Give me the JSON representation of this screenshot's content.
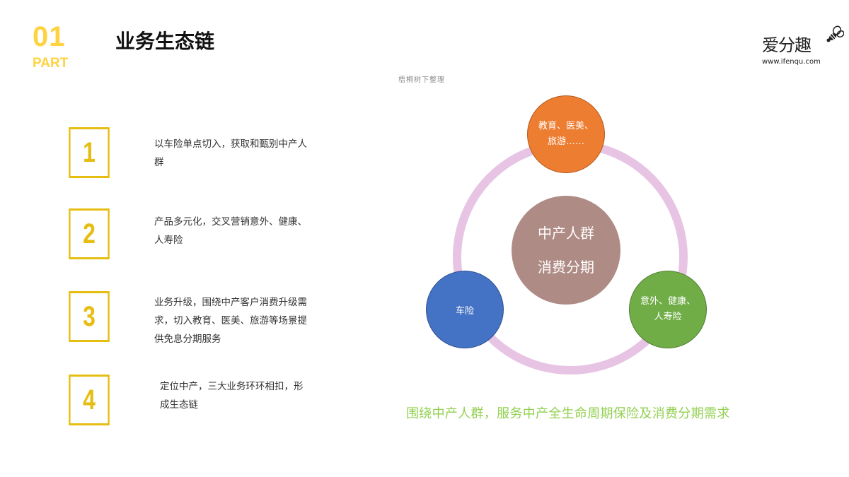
{
  "header": {
    "part_number": "01",
    "part_label": "PART",
    "title": "业务生态链"
  },
  "logo": {
    "name": "爱分趣",
    "url": "www.ifenqu.com",
    "icon": "bee-icon"
  },
  "source_note": "梧桐树下整理",
  "steps": [
    {
      "number": "1",
      "text": "以车险单点切入，获取和甄别中产人群"
    },
    {
      "number": "2",
      "text": "产品多元化，交叉营销意外、健康、人寿险"
    },
    {
      "number": "3",
      "text": "业务升级，围绕中产客户消费升级需求，切入教育、医美、旅游等场景提供免息分期服务"
    },
    {
      "number": "4",
      "text": "定位中产，三大业务环环相扣，形成生态链"
    }
  ],
  "diagram": {
    "center": {
      "line1": "中产人群",
      "line2": "消费分期",
      "color": "#AF8B85"
    },
    "nodes": [
      {
        "position": "top",
        "label": "教育、医美、旅游……",
        "color": "#ED7D31"
      },
      {
        "position": "bottom-left",
        "label": "车险",
        "color": "#4472C4"
      },
      {
        "position": "bottom-right",
        "label": "意外、健康、人寿险",
        "color": "#70AD47"
      }
    ],
    "ring_color": "#E8C4E4"
  },
  "tagline": "围绕中产人群，服务中产全生命周期保险及消费分期需求",
  "colors": {
    "accent_yellow": "#FFD23F",
    "box_yellow": "#E6BE12",
    "tagline_green": "#92D050"
  }
}
